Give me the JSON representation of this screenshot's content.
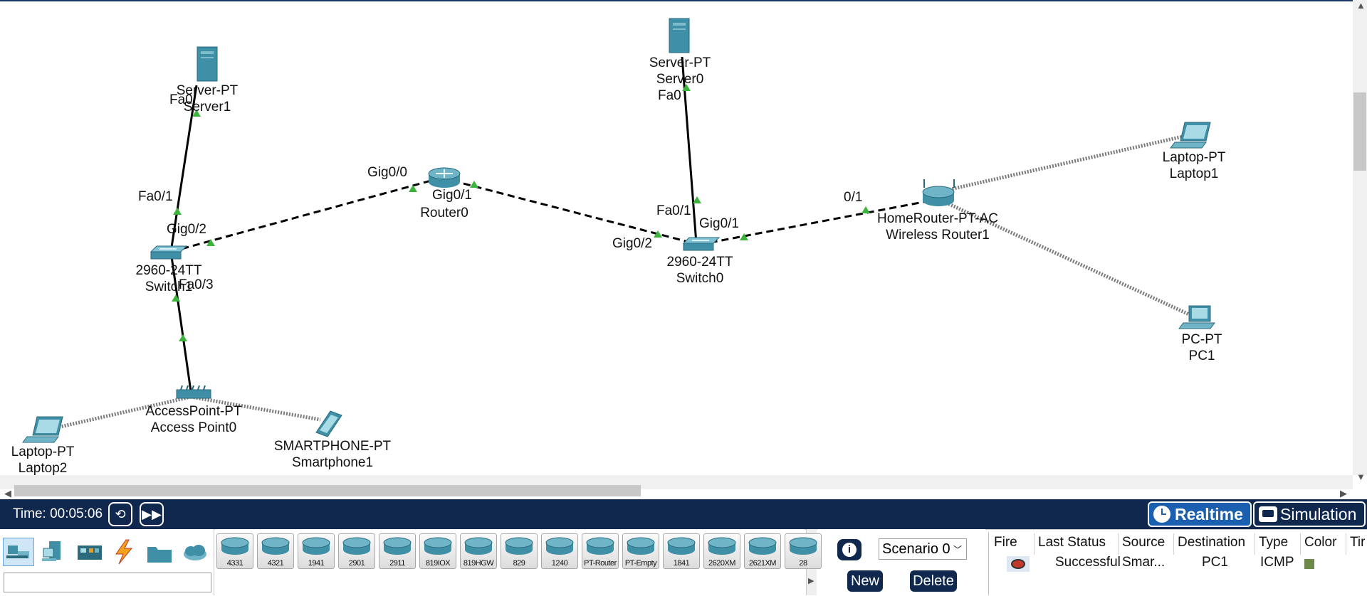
{
  "devices": [
    {
      "id": "server1",
      "model": "Server-PT",
      "name": "Server1"
    },
    {
      "id": "server0",
      "model": "Server-PT",
      "name": "Server0"
    },
    {
      "id": "router0",
      "model": "",
      "name": "Router0"
    },
    {
      "id": "switch1",
      "model": "2960-24TT",
      "name": "Switch1"
    },
    {
      "id": "switch0",
      "model": "2960-24TT",
      "name": "Switch0"
    },
    {
      "id": "wrouter1",
      "model": "HomeRouter-PT-AC",
      "name": "Wireless Router1"
    },
    {
      "id": "laptop1",
      "model": "Laptop-PT",
      "name": "Laptop1"
    },
    {
      "id": "pc1",
      "model": "PC-PT",
      "name": "PC1"
    },
    {
      "id": "ap0",
      "model": "AccessPoint-PT",
      "name": "Access Point0"
    },
    {
      "id": "laptop2",
      "model": "Laptop-PT",
      "name": "Laptop2"
    },
    {
      "id": "phone1",
      "model": "SMARTPHONE-PT",
      "name": "Smartphone1"
    }
  ],
  "ports": {
    "server1_fa0": "Fa0",
    "sw1_fa01": "Fa0/1",
    "sw1_gig02": "Gig0/2",
    "sw1_fa03": "Fa0/3",
    "r0_gig00": "Gig0/0",
    "r0_gig01": "Gig0/1",
    "server0_fa0": "Fa0",
    "sw0_fa01": "Fa0/1",
    "sw0_gig01": "Gig0/1",
    "sw0_gig02": "Gig0/2",
    "wr1_01": "0/1"
  },
  "time": {
    "label": "Time: 00:05:06"
  },
  "modes": {
    "realtime": "Realtime",
    "simulation": "Simulation"
  },
  "models": [
    "4331",
    "4321",
    "1941",
    "2901",
    "2911",
    "819IOX",
    "819HGW",
    "829",
    "1240",
    "PT-Router",
    "PT-Empty",
    "1841",
    "2620XM",
    "2621XM",
    "28"
  ],
  "scenario": {
    "selected": "Scenario 0",
    "new_label": "New",
    "delete_label": "Delete",
    "info_icon": "i"
  },
  "pdu_table": {
    "headers": [
      "Fire",
      "Last Status",
      "Source",
      "Destination",
      "Type",
      "Color",
      "Tir"
    ],
    "rows": [
      {
        "status": "Successful",
        "source": "Smar...",
        "destination": "PC1",
        "type": "ICMP",
        "color": "#6e8a4a"
      }
    ]
  },
  "colors": {
    "navy": "#10284d",
    "realtime_blue": "#1a5fb0",
    "link_arrow": "#3cb43c"
  }
}
